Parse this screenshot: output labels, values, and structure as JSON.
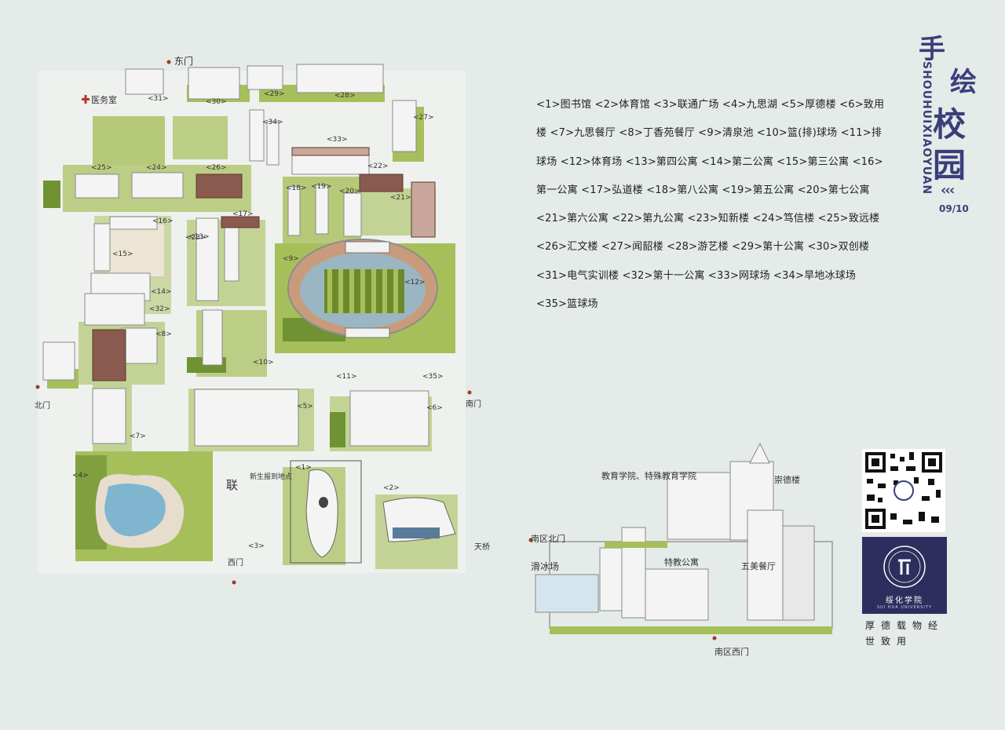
{
  "title": {
    "char1": "手",
    "char2": "绘",
    "char3": "校",
    "char4": "园",
    "pinyin": "SHOUHUIXIAOYUAN",
    "page": "09/10"
  },
  "legend": "<1>图书馆  <2>体育馆  <3>联通广场  <4>九思湖  <5>厚德楼  <6>致用楼  <7>九思餐厅  <8>丁香苑餐厅  <9>清泉池  <10>篮(排)球场  <11>排球场  <12>体育场  <13>第四公寓  <14>第二公寓  <15>第三公寓  <16>第一公寓  <17>弘道楼  <18>第八公寓  <19>第五公寓  <20>第七公寓  <21>第六公寓  <22>第九公寓  <23>知新楼  <24>笃信楼  <25>致远楼  <26>汇文楼  <27>闻韶楼  <28>游艺楼  <29>第十公寓  <30>双创楼  <31>电气实训楼  <32>第十一公寓  <33>网球场  <34>旱地冰球场  <35>篮球场",
  "map_labels": {
    "east_gate": "东门",
    "clinic": "医务室",
    "north_gate": "北门",
    "south_gate": "南门",
    "west_gate": "西门",
    "square": "联通广场",
    "new_student": "新生报到地点",
    "overpass": "天桥",
    "south_north_gate": "南区北门",
    "skating": "滑冰场",
    "edu_college": "教育学院、特殊教育学院",
    "chongde": "崇德楼",
    "special_apt": "特教公寓",
    "wumei": "五美餐厅",
    "south_west_gate": "南区西门"
  },
  "numbers": [
    "<1>",
    "<2>",
    "<3>",
    "<4>",
    "<5>",
    "<6>",
    "<7>",
    "<8>",
    "<9>",
    "<10>",
    "<11>",
    "<12>",
    "<13>",
    "<14>",
    "<15>",
    "<16>",
    "<17>",
    "<18>",
    "<19>",
    "<20>",
    "<21>",
    "<22>",
    "<23>",
    "<24>",
    "<25>",
    "<26>",
    "<27>",
    "<28>",
    "<29>",
    "<30>",
    "<31>",
    "<32>",
    "<33>",
    "<34>",
    "<35>"
  ],
  "badge": {
    "cn": "绥化学院",
    "en": "SUI HUA UNIVERSITY"
  },
  "motto": "厚德载物经世致用",
  "colors": {
    "background": "#e4ebe8",
    "grass": "#a7bf5a",
    "grass_dark": "#6f9333",
    "building": "#f4f4f4",
    "building_shade": "#b8bcbf",
    "brick": "#8a5a4e",
    "track": "#c99b7d",
    "accent": "#3a3f7a"
  }
}
